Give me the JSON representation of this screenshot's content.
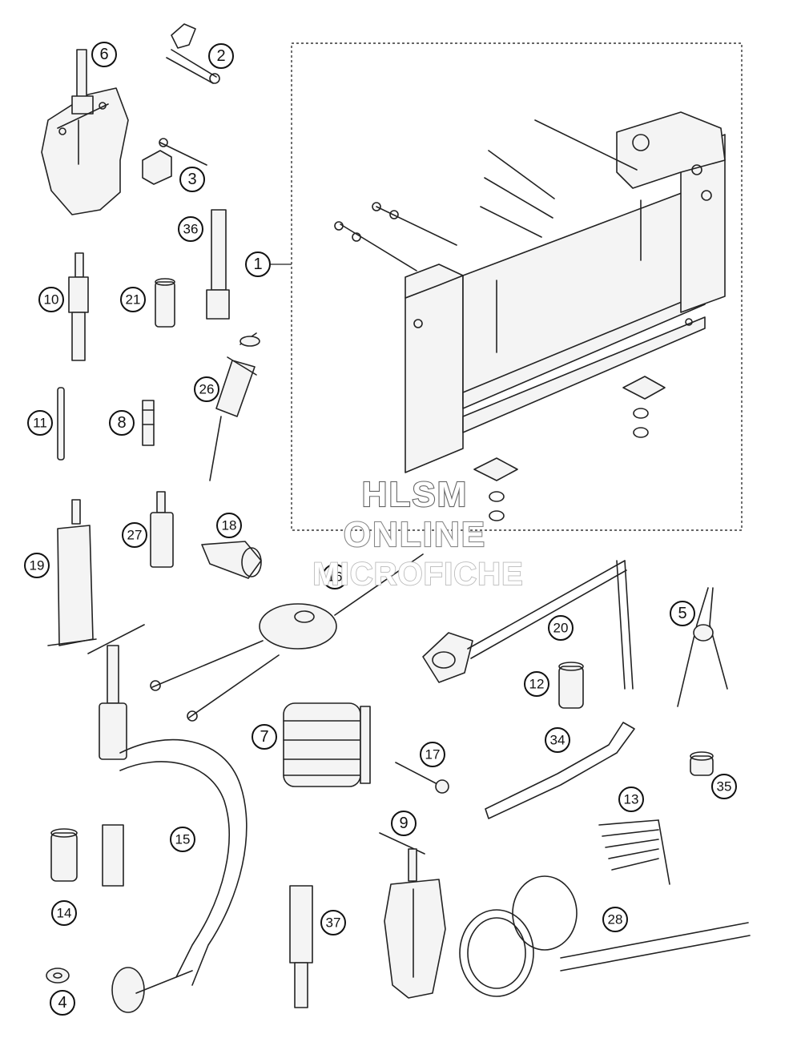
{
  "diagram": {
    "callouts": [
      {
        "id": "c1",
        "label": "1"
      },
      {
        "id": "c2",
        "label": "2"
      },
      {
        "id": "c3",
        "label": "3"
      },
      {
        "id": "c4",
        "label": "4"
      },
      {
        "id": "c5",
        "label": "5"
      },
      {
        "id": "c6",
        "label": "6"
      },
      {
        "id": "c7",
        "label": "7"
      },
      {
        "id": "c8",
        "label": "8"
      },
      {
        "id": "c9",
        "label": "9"
      },
      {
        "id": "c10",
        "label": "10"
      },
      {
        "id": "c11",
        "label": "11"
      },
      {
        "id": "c12",
        "label": "12"
      },
      {
        "id": "c13",
        "label": "13"
      },
      {
        "id": "c14",
        "label": "14"
      },
      {
        "id": "c15",
        "label": "15"
      },
      {
        "id": "c16",
        "label": "16"
      },
      {
        "id": "c17",
        "label": "17"
      },
      {
        "id": "c18",
        "label": "18"
      },
      {
        "id": "c19",
        "label": "19"
      },
      {
        "id": "c20",
        "label": "20"
      },
      {
        "id": "c21",
        "label": "21"
      },
      {
        "id": "c26",
        "label": "26"
      },
      {
        "id": "c27",
        "label": "27"
      },
      {
        "id": "c28",
        "label": "28"
      },
      {
        "id": "c34",
        "label": "34"
      },
      {
        "id": "c35",
        "label": "35"
      },
      {
        "id": "c36",
        "label": "36"
      },
      {
        "id": "c37",
        "label": "37"
      }
    ]
  },
  "watermark": {
    "line1": "HLSM",
    "line2": "ONLINE",
    "line3": "MICROFICHE"
  }
}
